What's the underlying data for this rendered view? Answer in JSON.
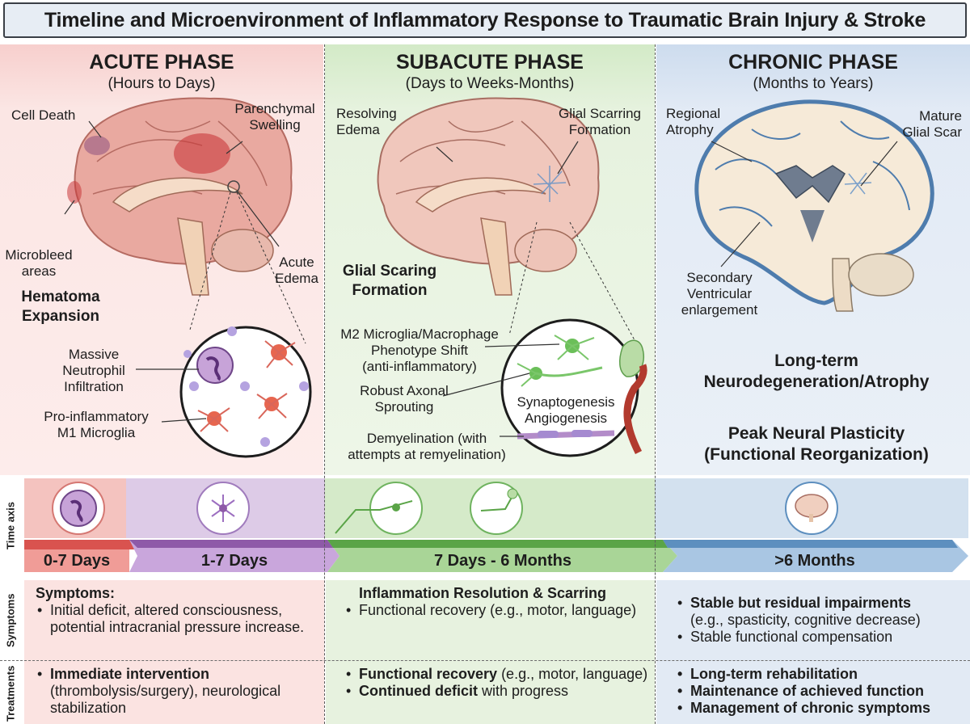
{
  "title": "Timeline and Microenvironment of Inflammatory Response to Traumatic Brain Injury & Stroke",
  "colors": {
    "acute": "#f4b9b4",
    "subacute": "#c7e2b8",
    "chronic": "#c2d5ea",
    "arrow_red": "#d9534f",
    "arrow_purple": "#8e5aa8",
    "arrow_green": "#5aa447",
    "arrow_blue": "#5d8fbf"
  },
  "acute": {
    "title": "ACUTE PHASE",
    "subtitle": "(Hours to Days)",
    "labels": {
      "cell_death": "Cell Death",
      "parenchymal_1": "Parenchymal",
      "parenchymal_2": "Swelling",
      "microbleed_1": "Microbleed",
      "microbleed_2": "areas",
      "acute_edema_1": "Acute",
      "acute_edema_2": "Edema",
      "hematoma_1": "Hematoma",
      "hematoma_2": "Expansion",
      "neutrophil_1": "Massive",
      "neutrophil_2": "Neutrophil",
      "neutrophil_3": "Infiltration",
      "m1_1": "Pro-inflammatory",
      "m1_2": "M1 Microglia"
    }
  },
  "subacute": {
    "title": "SUBACUTE PHASE",
    "subtitle": "(Days to Weeks-Months)",
    "labels": {
      "resolving_1": "Resolving",
      "resolving_2": "Edema",
      "glial_form_1": "Glial Scarring",
      "glial_form_2": "Formation",
      "glial_bold_1": "Glial Scaring",
      "glial_bold_2": "Formation",
      "m2_1": "M2 Microglia/Macrophage",
      "m2_2": "Phenotype Shift",
      "m2_3": "(anti-inflammatory)",
      "axonal_1": "Robust Axonal",
      "axonal_2": "Sprouting",
      "synapto": "Synaptogenesis",
      "angio": "Angiogenesis",
      "demyel_1": "Demyelination (with",
      "demyel_2": "attempts at remyelination)"
    }
  },
  "chronic": {
    "title": "CHRONIC PHASE",
    "subtitle": "(Months to Years)",
    "labels": {
      "atrophy_1": "Regional",
      "atrophy_2": "Atrophy",
      "scar_1": "Mature",
      "scar_2": "Glial Scar",
      "vent_1": "Secondary",
      "vent_2": "Ventricular",
      "vent_3": "enlargement",
      "neurodeg_1": "Long-term",
      "neurodeg_2": "Neurodegeneration/Atrophy",
      "plastic_1": "Peak Neural Plasticity",
      "plastic_2": "(Functional Reorganization)"
    }
  },
  "timeline": {
    "axis_label": "Time axis",
    "segments": [
      "0-7 Days",
      "1-7 Days",
      "7 Days - 6 Months",
      ">6 Months"
    ]
  },
  "rows": {
    "symptoms_label": "Symptoms",
    "treatments_label": "Treatments",
    "acute_symptoms": {
      "heading": "Symptoms:",
      "item": "Initial deficit, altered consciousness, potential intracranial pressure increase."
    },
    "subacute_symptoms": {
      "heading": "Inflammation Resolution & Scarring",
      "item": "Functional recovery (e.g., motor, language)"
    },
    "chronic_symptoms": {
      "item1_bold": "Stable but residual impairments",
      "item1_rest": "(e.g., spasticity, cognitive decrease)",
      "item2": "Stable functional compensation"
    },
    "acute_treat": {
      "bold": "Immediate intervention",
      "rest": "(thrombolysis/surgery), neurological stabilization"
    },
    "subacute_treat": {
      "item1_bold": "Functional recovery",
      "item1_rest": " (e.g., motor, language)",
      "item2_bold": "Continued deficit",
      "item2_rest": " with progress"
    },
    "chronic_treat": {
      "item1": "Long-term rehabilitation",
      "item2": "Maintenance of achieved function",
      "item3": "Management of chronic symptoms"
    }
  }
}
